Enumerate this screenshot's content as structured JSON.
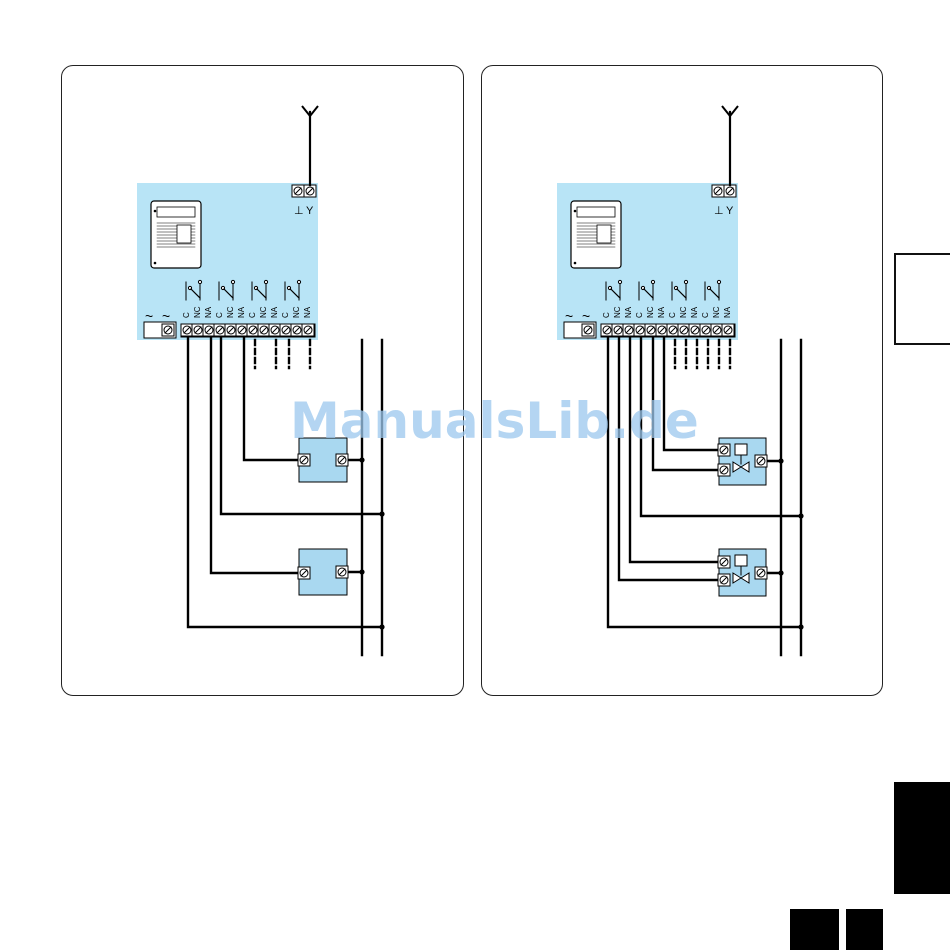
{
  "watermark": {
    "text": "ManualsLib.de"
  },
  "terminal_labels": {
    "relay": [
      "C",
      "NC",
      "NA",
      "C",
      "NC",
      "NA",
      "C",
      "NC",
      "NA",
      "C",
      "NC",
      "NA"
    ],
    "power_symbol": "~",
    "antenna_ground": "⊥",
    "antenna_symbol": "Y"
  },
  "colors": {
    "board_fill": "#b8e4f6",
    "device_fill": "#a9d8f0",
    "line": "#000000",
    "watermark": "#9cc8ee"
  }
}
